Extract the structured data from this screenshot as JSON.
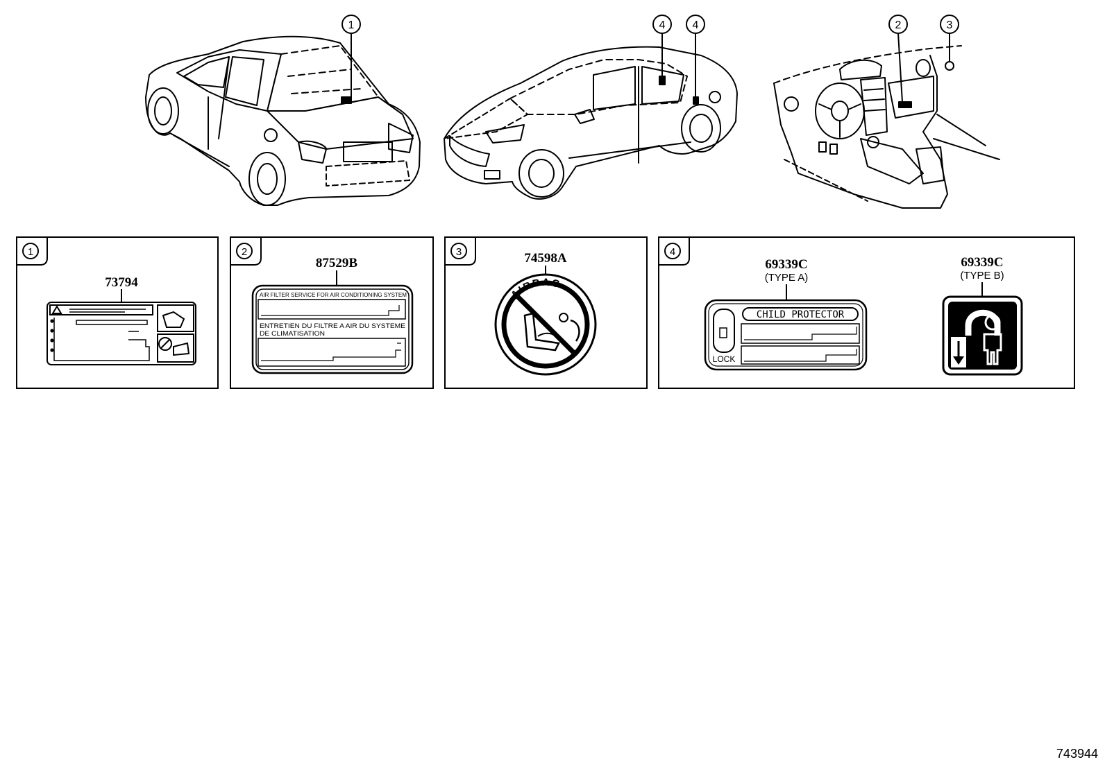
{
  "callouts": [
    "1",
    "2",
    "3",
    "4"
  ],
  "panels": {
    "p1": {
      "index": "1",
      "part_number": "73794"
    },
    "p2": {
      "index": "2",
      "part_number": "87529B",
      "label_line_1": "AIR FILTER SERVICE FOR AIR CONDITIONING SYSTEM",
      "label_line_2a": "ENTRETIEN DU FILTRE A AIR DU SYSTEME",
      "label_line_2b": "DE CLIMATISATION"
    },
    "p3": {
      "index": "3",
      "part_number": "74598A",
      "ring_text": "AIRBAG"
    },
    "p4": {
      "index": "4",
      "type_a": {
        "part_number": "69339C",
        "type": "(TYPE A)",
        "title": "CHILD PROTECTOR",
        "lock": "LOCK"
      },
      "type_b": {
        "part_number": "69339C",
        "type": "(TYPE B)"
      }
    }
  },
  "diagram_id": "743944"
}
